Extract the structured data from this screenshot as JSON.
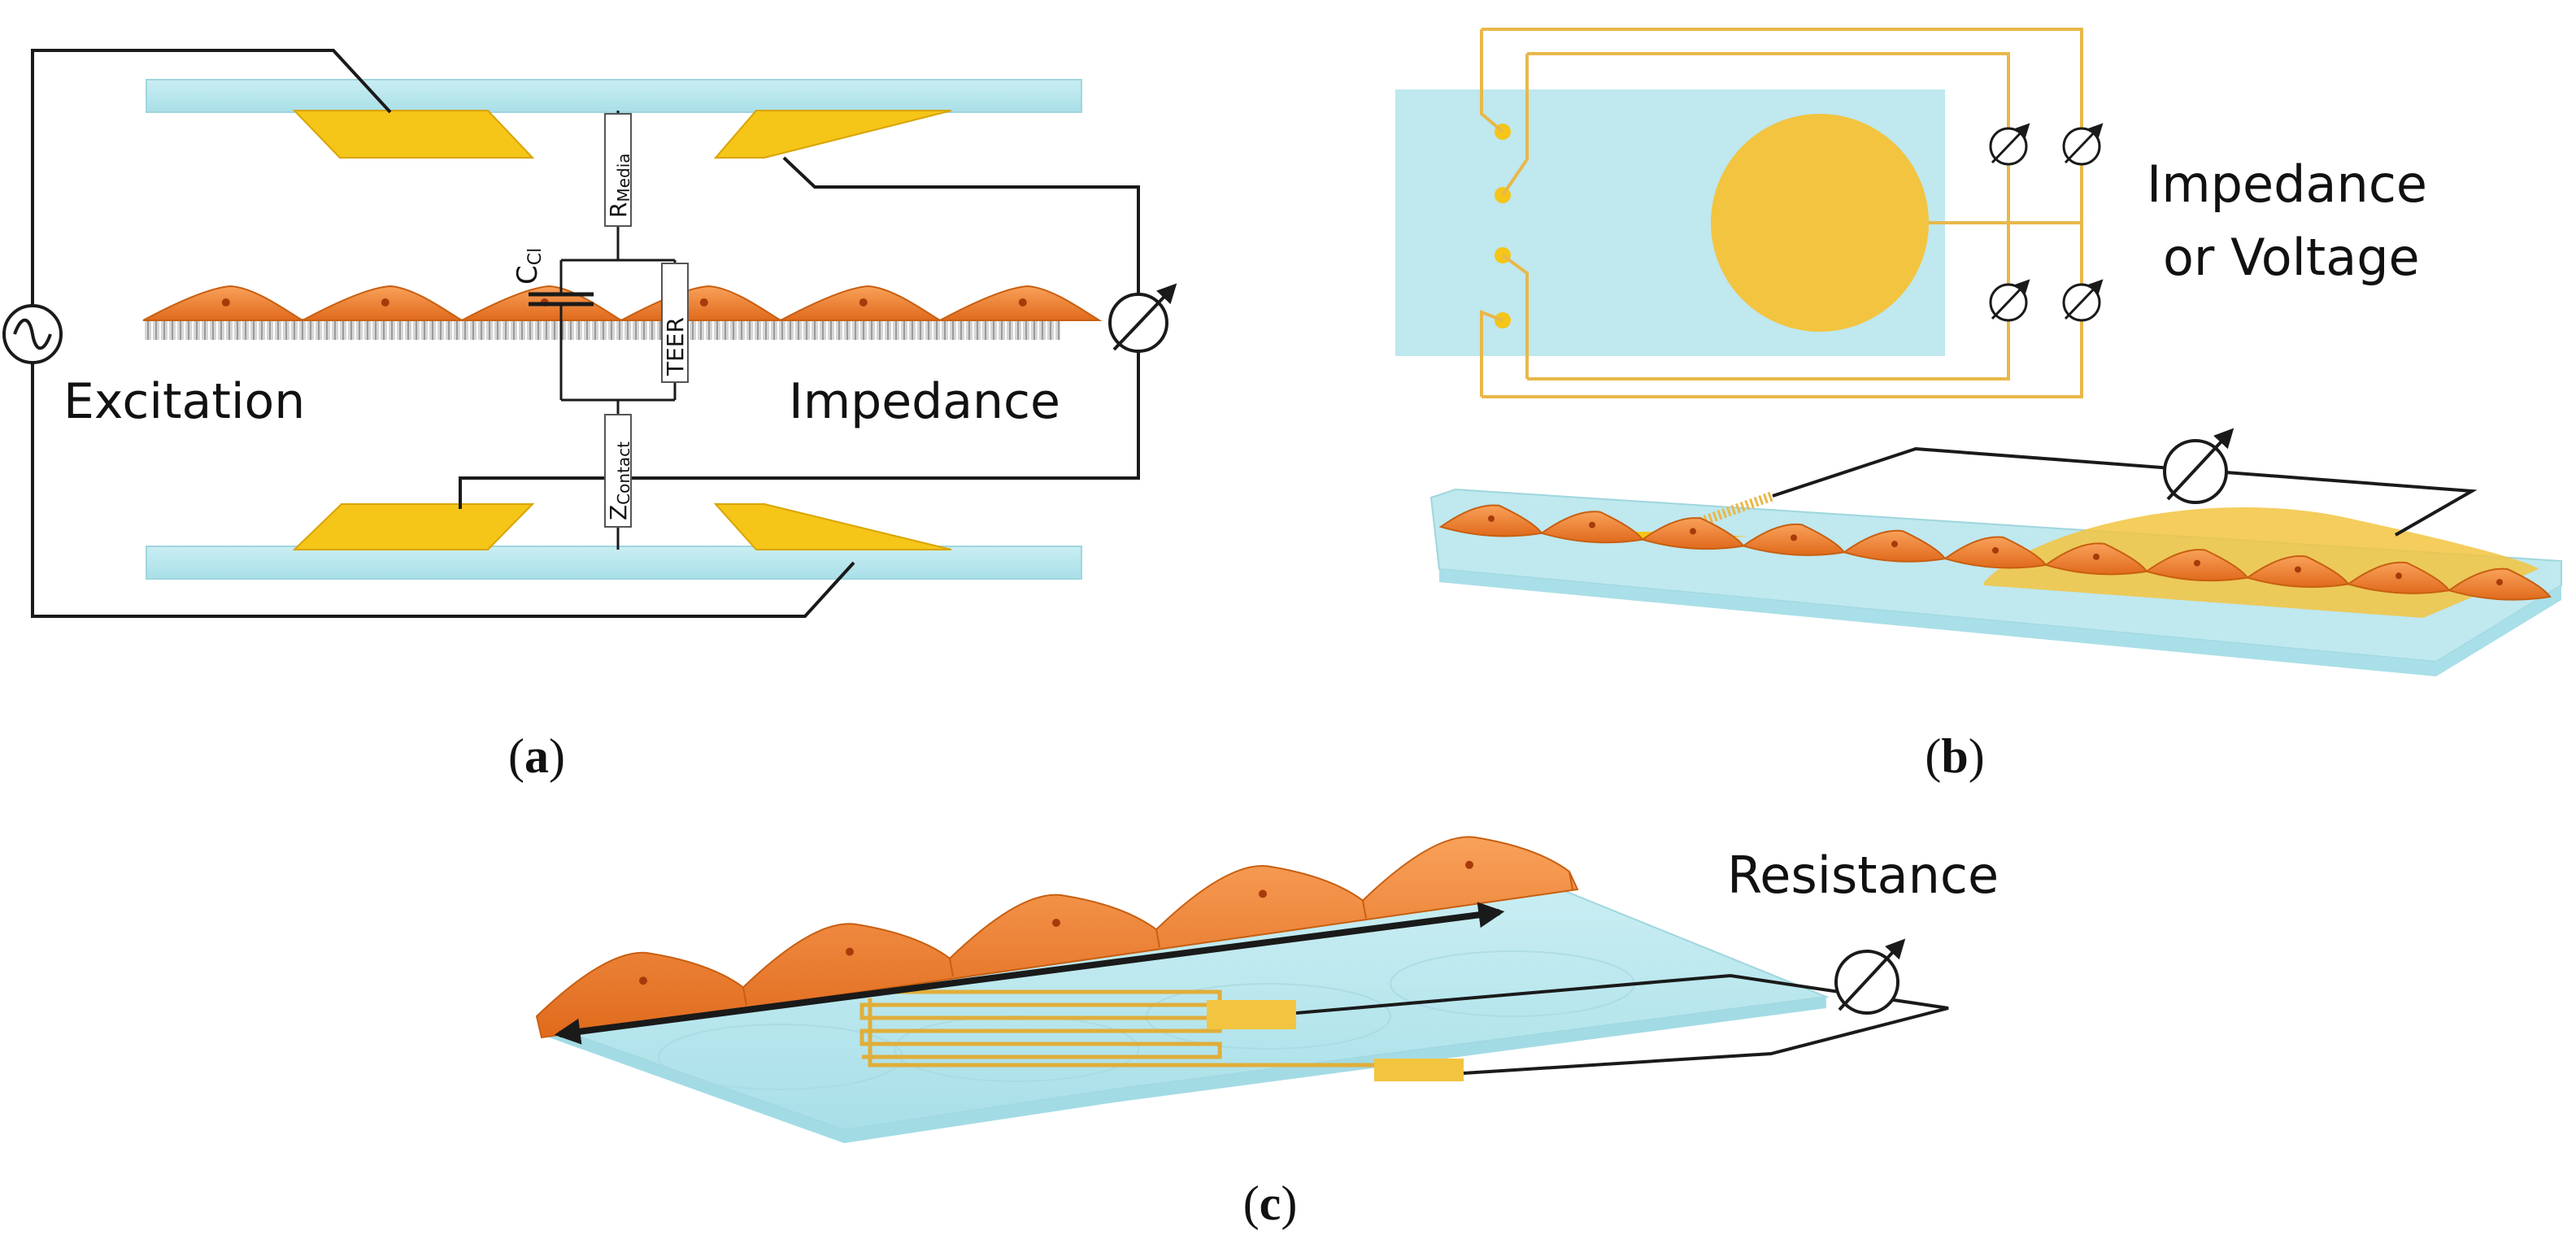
{
  "panel_a": {
    "excitation_label": "Excitation",
    "impedance_label": "Impedance",
    "r_media": {
      "main": "R",
      "sub": "Media"
    },
    "c_cl": {
      "main": "C",
      "sub": "Cl"
    },
    "teer": "TEER",
    "z_contact": {
      "main": "Z",
      "sub": "Contact"
    },
    "caption": {
      "open": "(",
      "letter": "a",
      "close": ")"
    }
  },
  "panel_b": {
    "label_line1": "Impedance",
    "label_line2": "or Voltage",
    "caption": {
      "open": "(",
      "letter": "b",
      "close": ")"
    }
  },
  "panel_c": {
    "resistance_label": "Resistance",
    "caption": {
      "open": "(",
      "letter": "c",
      "close": ")"
    }
  },
  "colors": {
    "glass": "#bfe8ef",
    "glass_dark": "#8fd3dd",
    "gold": "#f5c518",
    "gold_dark": "#d9a400",
    "cell": "#f08a3a",
    "cell_dark": "#c85f10",
    "nucleus": "#a83a0a",
    "wire": "#1a1a1a",
    "trace": "#e8b84a"
  },
  "icons": [
    "ac-source-icon",
    "meter-icon"
  ]
}
